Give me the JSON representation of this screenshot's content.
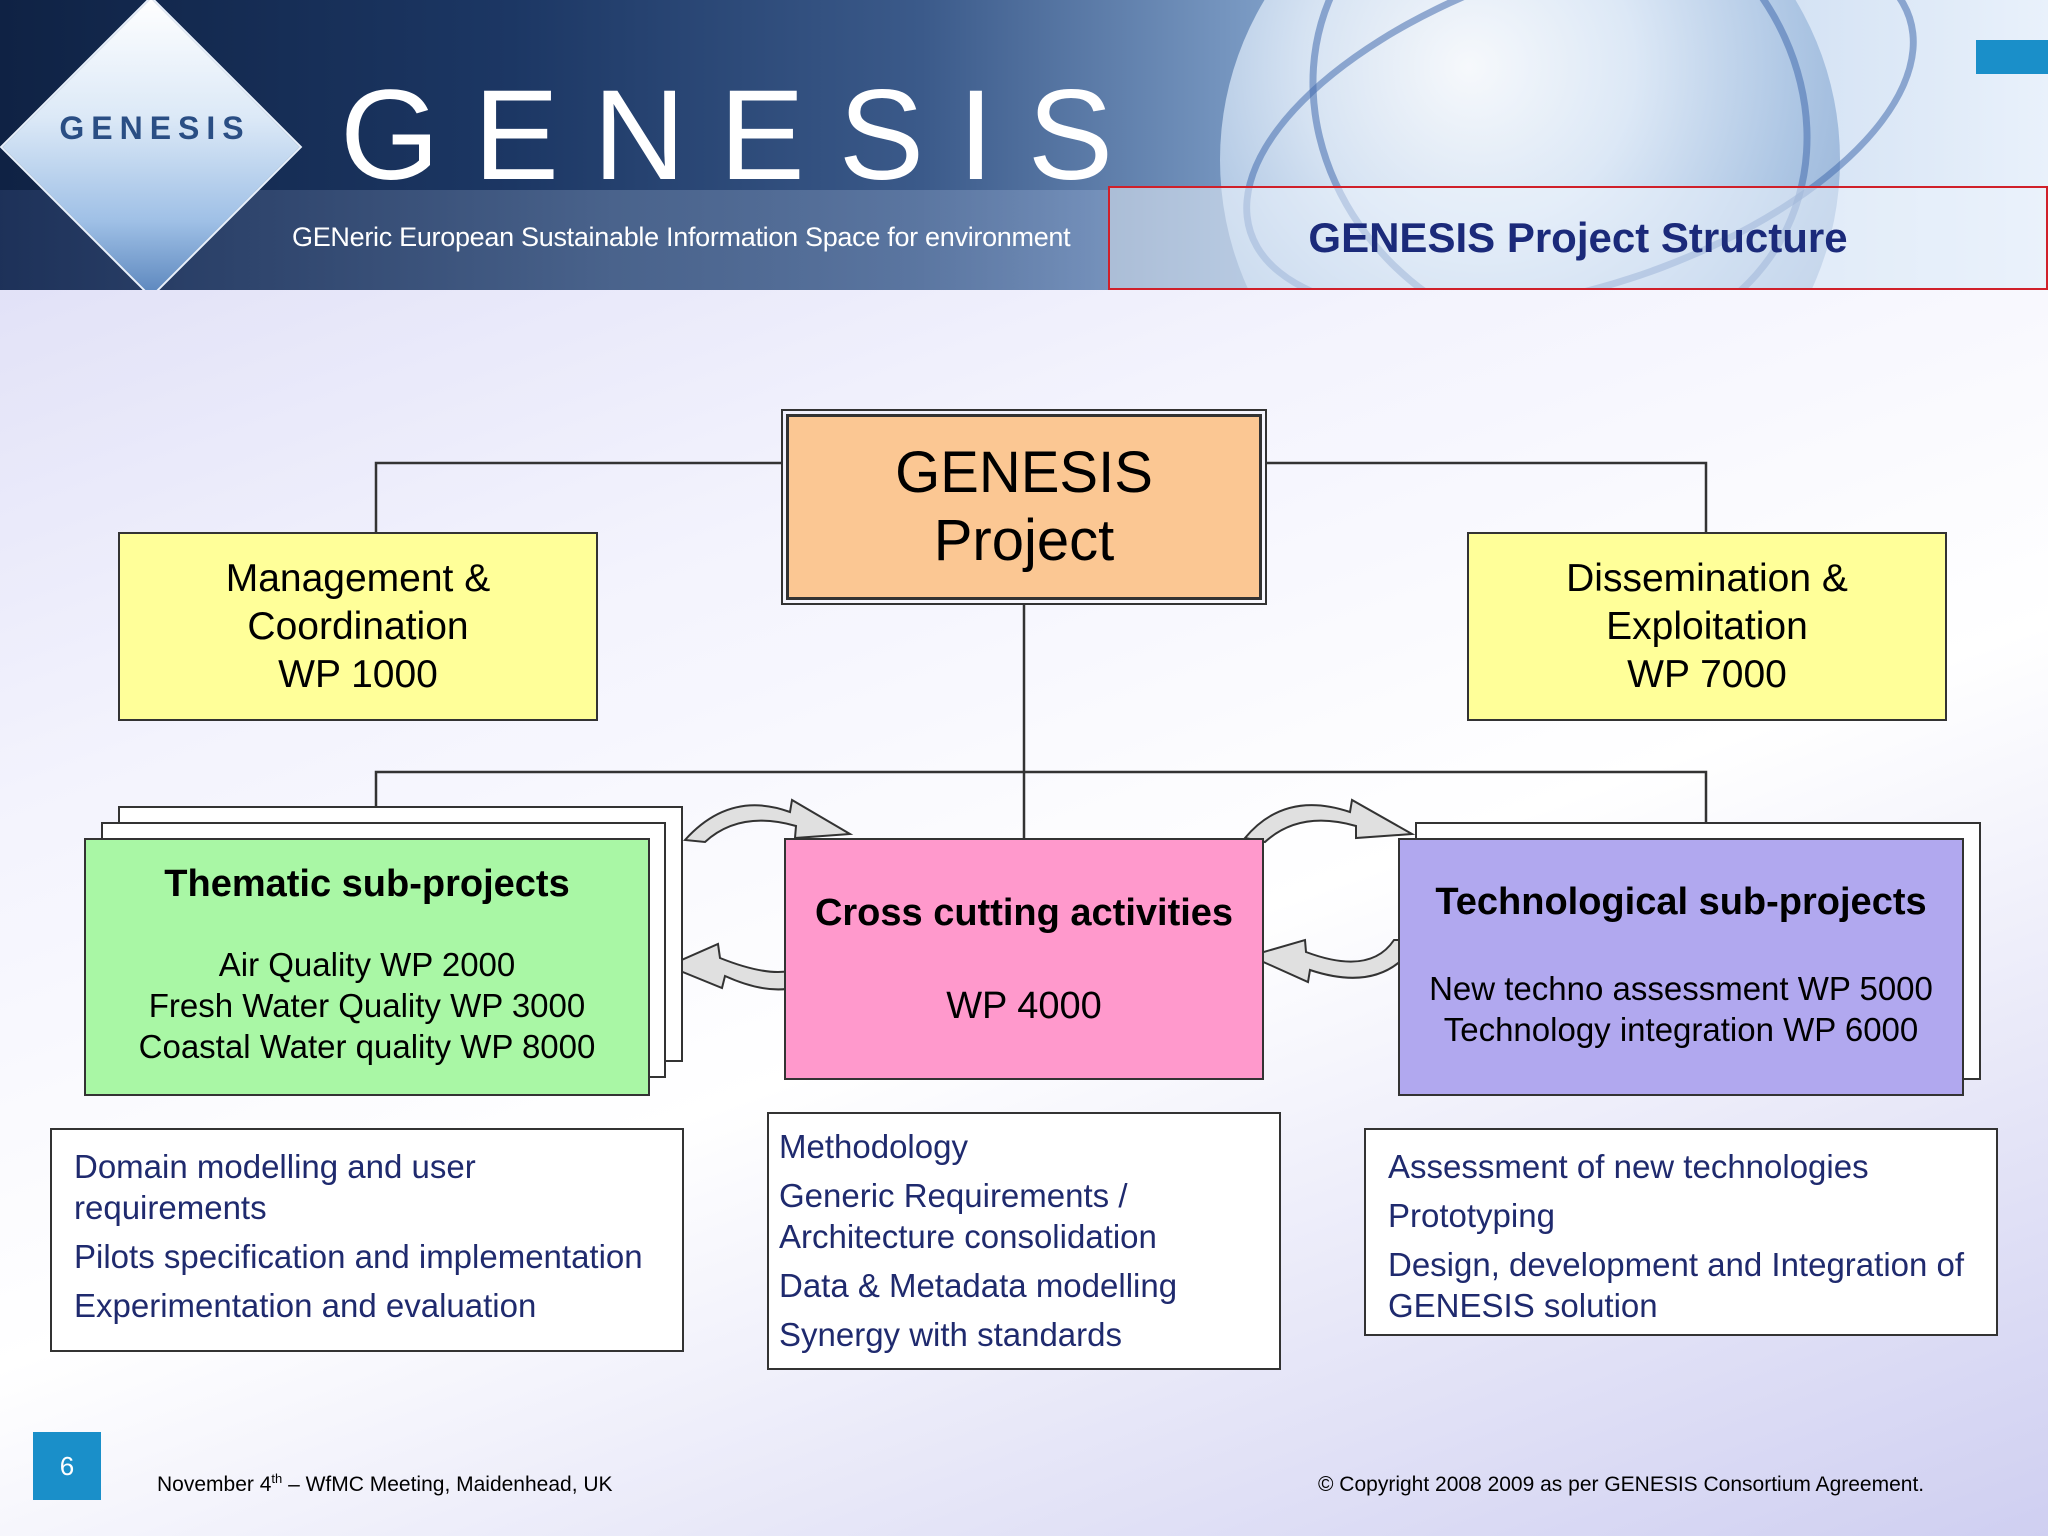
{
  "header": {
    "logo_text": "GENESIS",
    "brand_title": "GENESIS",
    "brand_subtitle": "GENeric European Sustainable Information Space for environment",
    "slide_title": "GENESIS Project Structure"
  },
  "diagram": {
    "root": "GENESIS\nProject",
    "management": {
      "line1": "Management &",
      "line2": "Coordination",
      "line3": "WP 1000"
    },
    "dissemination": {
      "line1": "Dissemination &",
      "line2": "Exploitation",
      "line3": "WP 7000"
    },
    "thematic": {
      "heading": "Thematic sub-projects",
      "lines": [
        "Air Quality WP 2000",
        "Fresh Water Quality WP 3000",
        "Coastal Water quality WP 8000"
      ]
    },
    "cross": {
      "heading": "Cross cutting activities",
      "wp": "WP 4000"
    },
    "technological": {
      "heading": "Technological sub-projects",
      "lines": [
        "New techno assessment WP 5000",
        "Technology integration WP 6000"
      ]
    },
    "desc_left": [
      "Domain modelling and user requirements",
      "Pilots specification and implementation",
      "Experimentation and evaluation"
    ],
    "desc_mid": [
      "Methodology",
      "Generic Requirements / Architecture consolidation",
      "Data & Metadata modelling",
      "Synergy with standards"
    ],
    "desc_right": [
      "Assessment of new technologies",
      "Prototyping",
      "Design, development and Integration of GENESIS solution"
    ]
  },
  "footer": {
    "page_number": "6",
    "meeting_pre": "November 4",
    "meeting_sup": "th",
    "meeting_post": " – WfMC Meeting, Maidenhead, UK",
    "copyright": "© Copyright 2008 2009 as per GENESIS Consortium Agreement."
  },
  "colors": {
    "root_fill": "#fbc793",
    "wp_fill": "#ffff99",
    "thematic_fill": "#a9f7a5",
    "cross_fill": "#ff99cc",
    "technological_fill": "#b1a8ef",
    "title_text": "#1b2a7a",
    "title_border": "#d0202a",
    "accent": "#1a8fc9"
  }
}
